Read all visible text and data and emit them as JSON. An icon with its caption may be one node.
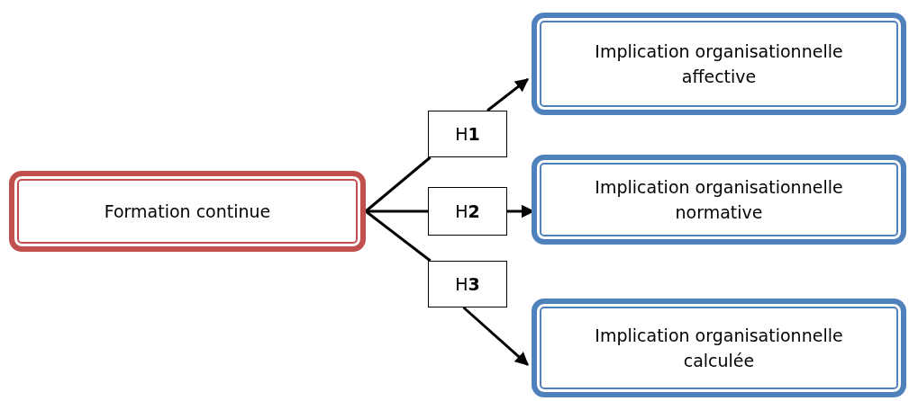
{
  "diagram": {
    "nodes": [
      {
        "text": [
          "Formation continue"
        ]
      },
      {
        "text": [
          "H**1**"
        ]
      },
      {
        "text": [
          "H**2**"
        ]
      },
      {
        "text": [
          "H**3**"
        ]
      },
      {
        "text": [
          "Implication organisationnelle affective"
        ]
      },
      {
        "text": [
          "Implication organisationnelle normative"
        ]
      },
      {
        "text": [
          "Implication organisationnelle calculée"
        ]
      }
    ],
    "edges": [
      {
        "from": 0,
        "to": 1,
        "arrow": "none"
      },
      {
        "from": 1,
        "to": 4,
        "arrow": "to"
      },
      {
        "from": 0,
        "to": 2,
        "arrow": "none"
      },
      {
        "from": 2,
        "to": 5,
        "arrow": "to"
      },
      {
        "from": 0,
        "to": 3,
        "arrow": "none"
      },
      {
        "from": 3,
        "to": 6,
        "arrow": "to"
      }
    ]
  }
}
